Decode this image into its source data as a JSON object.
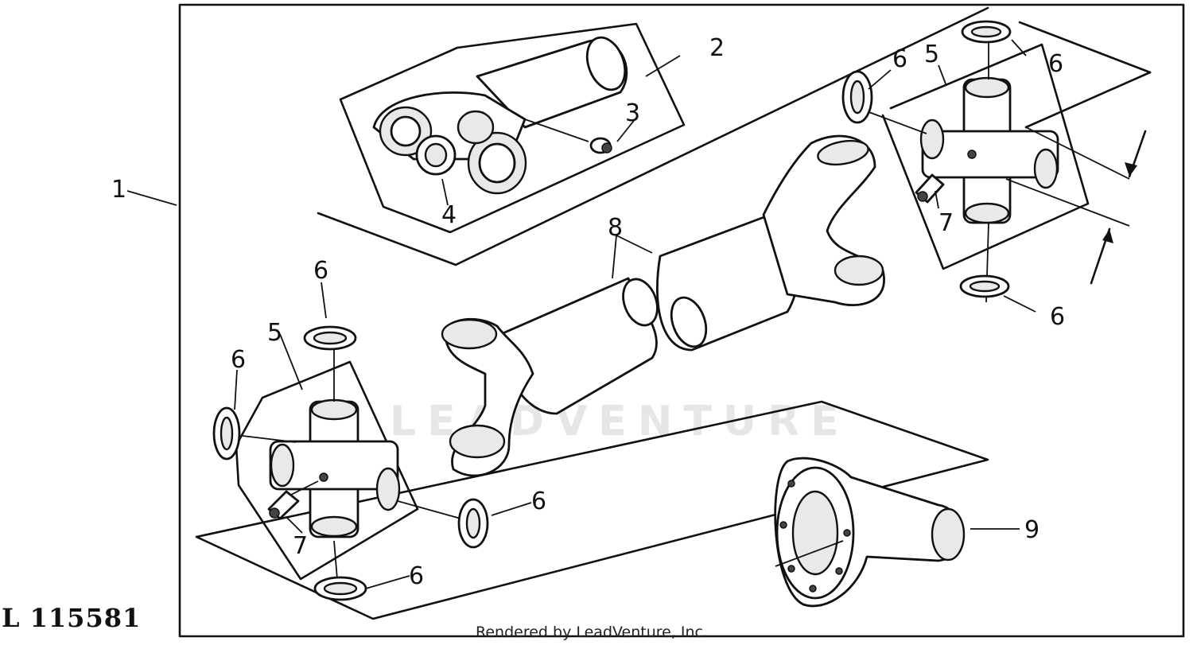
{
  "figure": {
    "id": "L 115581",
    "credit": "Rendered by LeadVenture, Inc.",
    "watermark": "LEADVENTURE"
  },
  "callouts": [
    "1",
    "2",
    "3",
    "4",
    "5",
    "6",
    "7",
    "8",
    "9"
  ]
}
